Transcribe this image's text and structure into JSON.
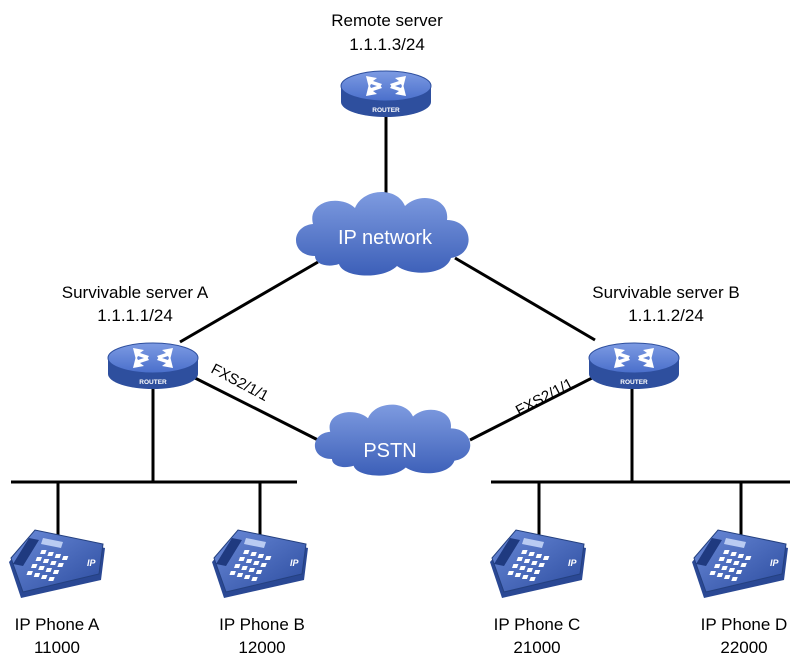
{
  "nodes": {
    "remote_server": {
      "name": "Remote server",
      "ip": "1.1.1.3/24",
      "badge": "ROUTER"
    },
    "server_a": {
      "name": "Survivable server A",
      "ip": "1.1.1.1/24",
      "badge": "ROUTER",
      "port": "FXS2/1/1"
    },
    "server_b": {
      "name": "Survivable server B",
      "ip": "1.1.1.2/24",
      "badge": "ROUTER",
      "port": "FXS2/1/1"
    },
    "ip_network": {
      "name": "IP network"
    },
    "pstn": {
      "name": "PSTN"
    }
  },
  "phones": [
    {
      "name": "IP Phone A",
      "number": "11000",
      "badge": "IP"
    },
    {
      "name": "IP Phone B",
      "number": "12000",
      "badge": "IP"
    },
    {
      "name": "IP Phone C",
      "number": "21000",
      "badge": "IP"
    },
    {
      "name": "IP Phone D",
      "number": "22000",
      "badge": "IP"
    }
  ],
  "colors": {
    "router_top": "#5b7fd6",
    "router_side": "#2e4f9e",
    "cloud": "#4f73c9",
    "phone_body": "#3f63c0",
    "line": "#000000"
  }
}
